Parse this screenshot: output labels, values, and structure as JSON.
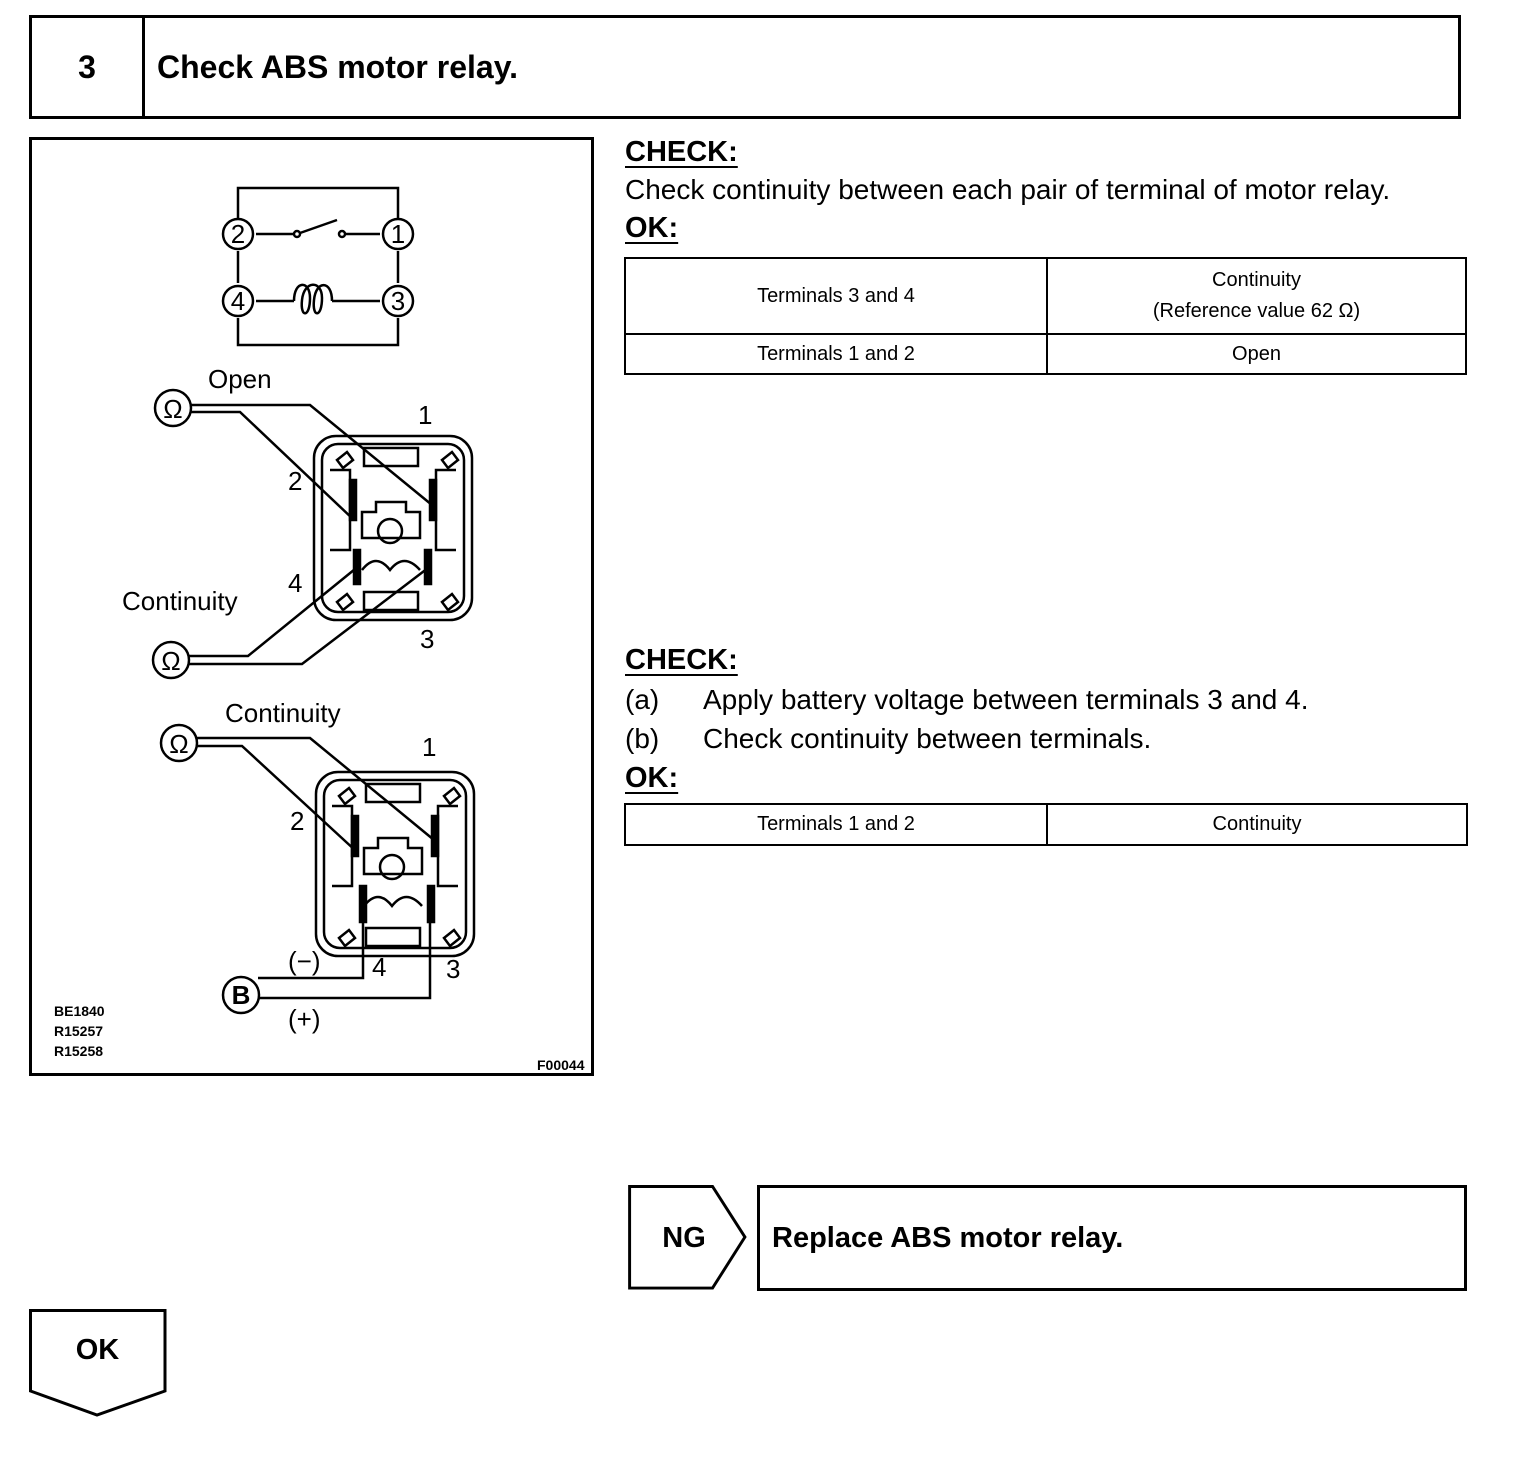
{
  "step": {
    "number": "3",
    "title": "Check ABS motor relay."
  },
  "figure": {
    "schematic_terminals": [
      "2",
      "1",
      "4",
      "3"
    ],
    "diagram1": {
      "label_open": "Open",
      "label_continuity": "Continuity",
      "terminals": [
        "1",
        "2",
        "4",
        "3"
      ],
      "meter_symbol": "Ω"
    },
    "diagram2": {
      "label_continuity": "Continuity",
      "terminals": [
        "1",
        "2",
        "4",
        "3"
      ],
      "meter_symbol": "Ω",
      "battery_symbol": "B",
      "minus": "(−)",
      "plus": "(+)"
    },
    "ref_codes": [
      "BE1840",
      "R15257",
      "R15258"
    ],
    "figure_code": "F00044"
  },
  "check1": {
    "heading": "CHECK:",
    "text": "Check continuity between each pair of terminal of motor relay.",
    "ok_heading": "OK:",
    "table": [
      {
        "terminals": "Terminals 3 and 4",
        "condition": "Continuity",
        "note": "(Reference value 62 Ω)"
      },
      {
        "terminals": "Terminals 1 and 2",
        "condition": "Open"
      }
    ]
  },
  "check2": {
    "heading": "CHECK:",
    "steps": [
      {
        "marker": "(a)",
        "text": "Apply battery voltage between terminals 3 and 4."
      },
      {
        "marker": "(b)",
        "text": "Check continuity between terminals."
      }
    ],
    "ok_heading": "OK:",
    "table": [
      {
        "terminals": "Terminals 1 and 2",
        "condition": "Continuity"
      }
    ]
  },
  "ng": {
    "label": "NG",
    "action": "Replace ABS motor relay."
  },
  "ok": {
    "label": "OK"
  }
}
